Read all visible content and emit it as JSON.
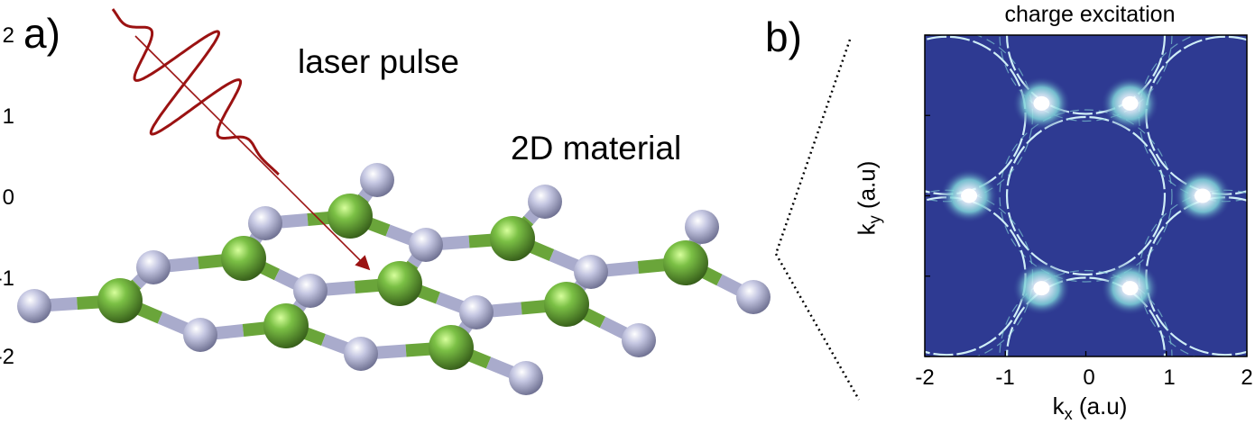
{
  "panel_a": {
    "label": "a)",
    "laser_label": "laser pulse",
    "material_label": "2D material"
  },
  "panel_b": {
    "label": "b)",
    "chart_data": {
      "type": "heatmap",
      "title": "charge excitation",
      "xlabel": "k",
      "xlabel_sub": "x",
      "xlabel_unit": "(a.u)",
      "ylabel": "k",
      "ylabel_sub": "y",
      "ylabel_unit": "(a.u)",
      "xlim": [
        -2,
        2
      ],
      "ylim": [
        -2,
        2
      ],
      "xticks": [
        "-2",
        "-1",
        "0",
        "1",
        "2"
      ],
      "yticks": [
        "-2",
        "-1",
        "0",
        "1",
        "2"
      ],
      "background_color": "#2e3a92",
      "hotspots": [
        {
          "x": -0.55,
          "y": 1.15
        },
        {
          "x": 0.55,
          "y": 1.15
        },
        {
          "x": -1.45,
          "y": 0.0
        },
        {
          "x": 1.45,
          "y": 0.0
        },
        {
          "x": -0.55,
          "y": -1.15
        },
        {
          "x": 0.55,
          "y": -1.15
        }
      ],
      "rings": [
        {
          "x": 0.0,
          "y": 0.0,
          "r": 0.98
        },
        {
          "x": -1.73,
          "y": 1.0,
          "r": 0.98
        },
        {
          "x": 1.73,
          "y": 1.0,
          "r": 0.98
        },
        {
          "x": -1.73,
          "y": -1.0,
          "r": 0.98
        },
        {
          "x": 1.73,
          "y": -1.0,
          "r": 0.98
        },
        {
          "x": 0.0,
          "y": 2.0,
          "r": 0.98
        },
        {
          "x": 0.0,
          "y": -2.0,
          "r": 0.98
        }
      ],
      "grid": false
    }
  },
  "colors": {
    "laser": "#9b1212",
    "green_atom": "#5e9c34",
    "grey_atom": "#a9abcc",
    "heatmap_bg": "#2e3a92",
    "heatmap_hot": "#d7f6ff"
  }
}
